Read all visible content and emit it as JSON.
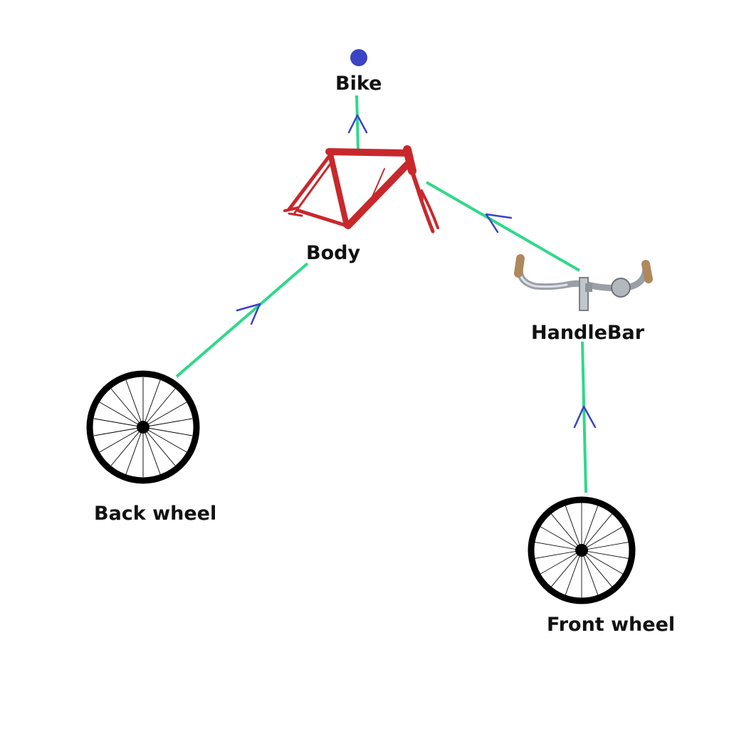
{
  "diagram": {
    "nodes": {
      "bike": {
        "label": "Bike"
      },
      "body": {
        "label": "Body",
        "icon": "bike-frame-icon"
      },
      "handlebar": {
        "label": "HandleBar",
        "icon": "handlebar-icon"
      },
      "back_wheel": {
        "label": "Back wheel",
        "icon": "wheel-icon"
      },
      "front_wheel": {
        "label": "Front wheel",
        "icon": "wheel-icon"
      }
    },
    "edges": [
      {
        "from": "body",
        "to": "bike"
      },
      {
        "from": "handlebar",
        "to": "body"
      },
      {
        "from": "back_wheel",
        "to": "body"
      },
      {
        "from": "front_wheel",
        "to": "handlebar"
      }
    ],
    "colors": {
      "edge": "#2fd98a",
      "arrow": "#3a44c4",
      "root_node": "#3a44c4",
      "frame": "#c8282c",
      "wheel": "#000000"
    }
  }
}
